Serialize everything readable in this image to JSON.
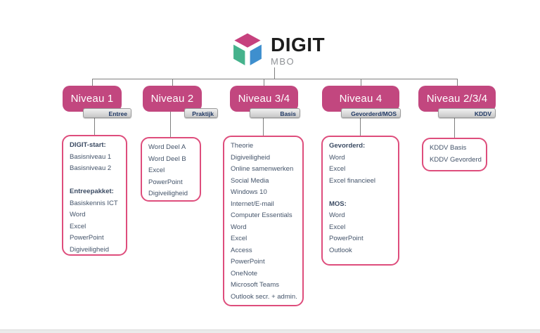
{
  "logo": {
    "title": "DIGIT",
    "subtitle": "MBO"
  },
  "colors": {
    "level_box_fill": "#c2477f",
    "content_border": "#de4d7c",
    "content_text": "#44546a",
    "tag_text": "#1f3864",
    "connector": "#7f7f7f",
    "logo_cube_top": "#c6417e",
    "logo_cube_left": "#45b28c",
    "logo_cube_right": "#3e8fce"
  },
  "columns": [
    {
      "level": "Niveau 1",
      "tag": "Entree",
      "items": [
        {
          "text": "DIGIT-start:",
          "bold": true
        },
        {
          "text": "Basisniveau 1"
        },
        {
          "text": "Basisniveau 2"
        },
        {
          "text": ""
        },
        {
          "text": "Entreepakket:",
          "bold": true
        },
        {
          "text": "Basiskennis ICT"
        },
        {
          "text": "Word"
        },
        {
          "text": "Excel"
        },
        {
          "text": "PowerPoint"
        },
        {
          "text": "Digiveiligheid"
        }
      ]
    },
    {
      "level": "Niveau 2",
      "tag": "Praktijk",
      "items": [
        {
          "text": "Word Deel A"
        },
        {
          "text": "Word Deel B"
        },
        {
          "text": "Excel"
        },
        {
          "text": "PowerPoint"
        },
        {
          "text": "Digiveiligheid"
        }
      ]
    },
    {
      "level": "Niveau 3/4",
      "tag": "Basis",
      "items": [
        {
          "text": "Theorie"
        },
        {
          "text": "Digiveiligheid"
        },
        {
          "text": "Online samenwerken"
        },
        {
          "text": "Social Media"
        },
        {
          "text": "Windows 10"
        },
        {
          "text": "Internet/E-mail"
        },
        {
          "text": "Computer Essentials"
        },
        {
          "text": "Word"
        },
        {
          "text": "Excel"
        },
        {
          "text": "Access"
        },
        {
          "text": "PowerPoint"
        },
        {
          "text": "OneNote"
        },
        {
          "text": "Microsoft Teams"
        },
        {
          "text": "Outlook secr. + admin."
        }
      ]
    },
    {
      "level": "Niveau 4",
      "tag": "Gevorderd/MOS",
      "items": [
        {
          "text": "Gevorderd:",
          "bold": true
        },
        {
          "text": "Word"
        },
        {
          "text": "Excel"
        },
        {
          "text": "Excel financieel"
        },
        {
          "text": ""
        },
        {
          "text": "MOS:",
          "bold": true
        },
        {
          "text": "Word"
        },
        {
          "text": "Excel"
        },
        {
          "text": "PowerPoint"
        },
        {
          "text": "Outlook"
        }
      ]
    },
    {
      "level": "Niveau 2/3/4",
      "tag": "KDDV",
      "items": [
        {
          "text": "KDDV Basis"
        },
        {
          "text": "KDDV Gevorderd"
        }
      ]
    }
  ]
}
